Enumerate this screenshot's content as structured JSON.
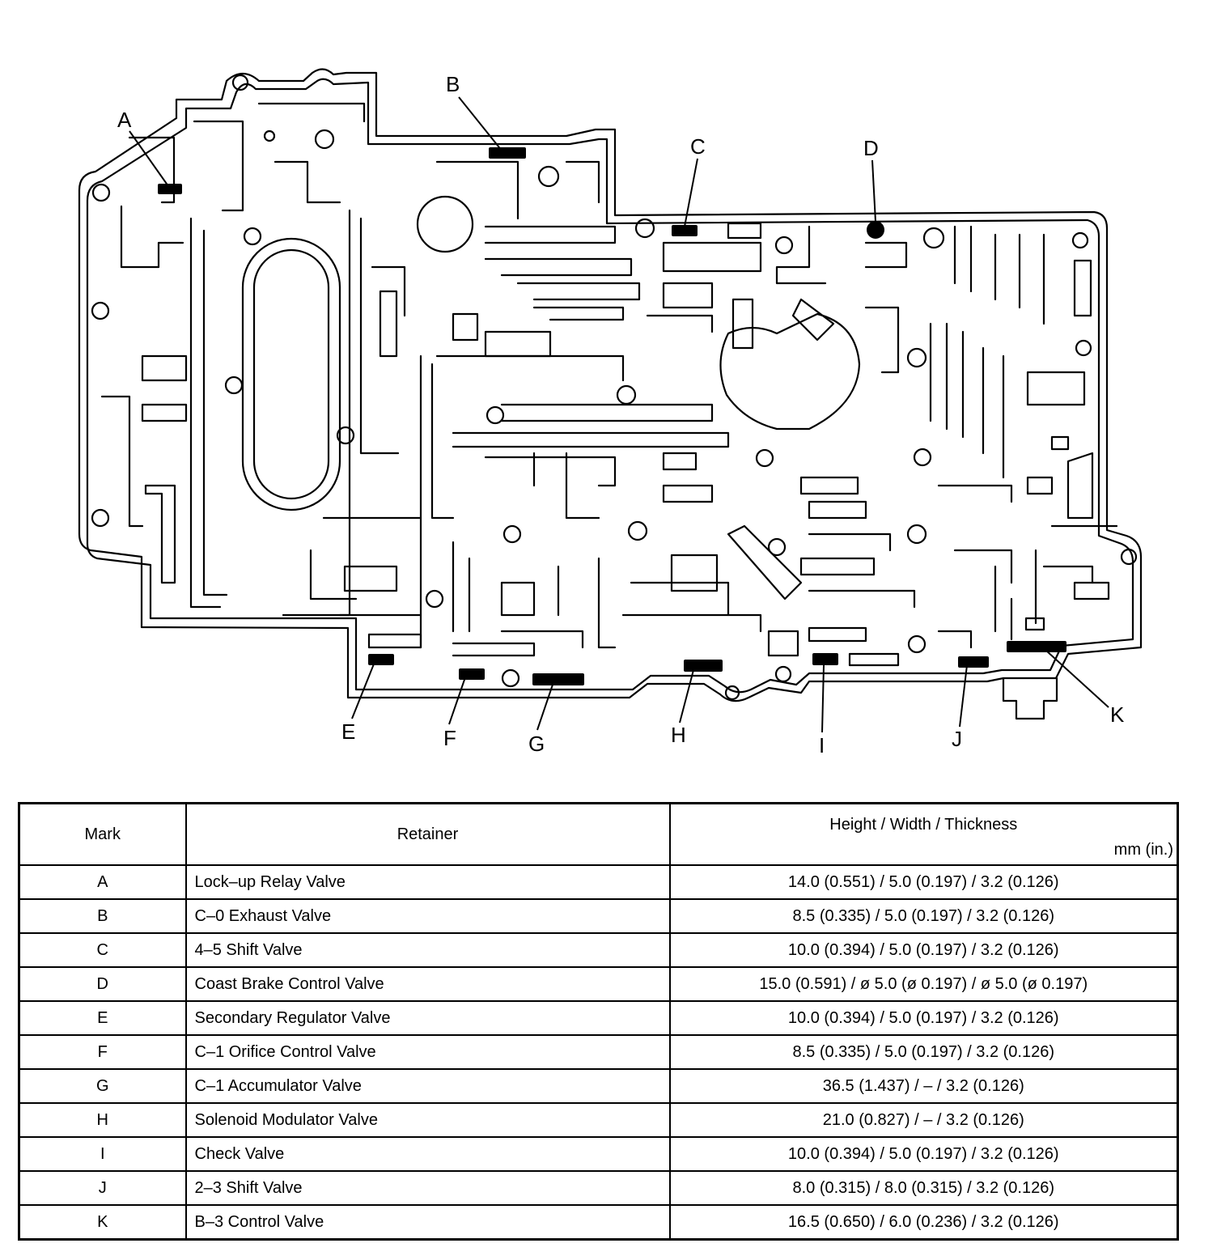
{
  "diagram": {
    "marks": [
      {
        "id": "A",
        "label": "A"
      },
      {
        "id": "B",
        "label": "B"
      },
      {
        "id": "C",
        "label": "C"
      },
      {
        "id": "D",
        "label": "D"
      },
      {
        "id": "E",
        "label": "E"
      },
      {
        "id": "F",
        "label": "F"
      },
      {
        "id": "G",
        "label": "G"
      },
      {
        "id": "H",
        "label": "H"
      },
      {
        "id": "I",
        "label": "I"
      },
      {
        "id": "J",
        "label": "J"
      },
      {
        "id": "K",
        "label": "K"
      }
    ]
  },
  "table": {
    "headers": {
      "mark": "Mark",
      "retainer": "Retainer",
      "dimensions": "Height / Width / Thickness",
      "units": "mm (in.)"
    },
    "rows": [
      {
        "mark": "A",
        "retainer": "Lock–up Relay Valve",
        "dimensions": "14.0 (0.551) / 5.0 (0.197) / 3.2 (0.126)"
      },
      {
        "mark": "B",
        "retainer": "C–0 Exhaust Valve",
        "dimensions": "8.5 (0.335) / 5.0 (0.197) / 3.2 (0.126)"
      },
      {
        "mark": "C",
        "retainer": "4–5 Shift Valve",
        "dimensions": "10.0 (0.394) / 5.0 (0.197) / 3.2 (0.126)"
      },
      {
        "mark": "D",
        "retainer": "Coast Brake Control Valve",
        "dimensions": "15.0 (0.591) / ø 5.0 (ø 0.197) / ø 5.0 (ø 0.197)"
      },
      {
        "mark": "E",
        "retainer": "Secondary Regulator Valve",
        "dimensions": "10.0 (0.394) / 5.0 (0.197) / 3.2 (0.126)"
      },
      {
        "mark": "F",
        "retainer": "C–1 Orifice Control Valve",
        "dimensions": "8.5 (0.335) / 5.0 (0.197) / 3.2 (0.126)"
      },
      {
        "mark": "G",
        "retainer": "C–1 Accumulator Valve",
        "dimensions": "36.5 (1.437) / – / 3.2 (0.126)"
      },
      {
        "mark": "H",
        "retainer": "Solenoid Modulator Valve",
        "dimensions": "21.0 (0.827) / – / 3.2 (0.126)"
      },
      {
        "mark": "I",
        "retainer": "Check Valve",
        "dimensions": "10.0 (0.394) / 5.0 (0.197) / 3.2 (0.126)"
      },
      {
        "mark": "J",
        "retainer": "2–3 Shift Valve",
        "dimensions": "8.0 (0.315) / 8.0 (0.315) / 3.2 (0.126)"
      },
      {
        "mark": "K",
        "retainer": "B–3 Control Valve",
        "dimensions": "16.5 (0.650) / 6.0 (0.236) / 3.2 (0.126)"
      }
    ]
  }
}
